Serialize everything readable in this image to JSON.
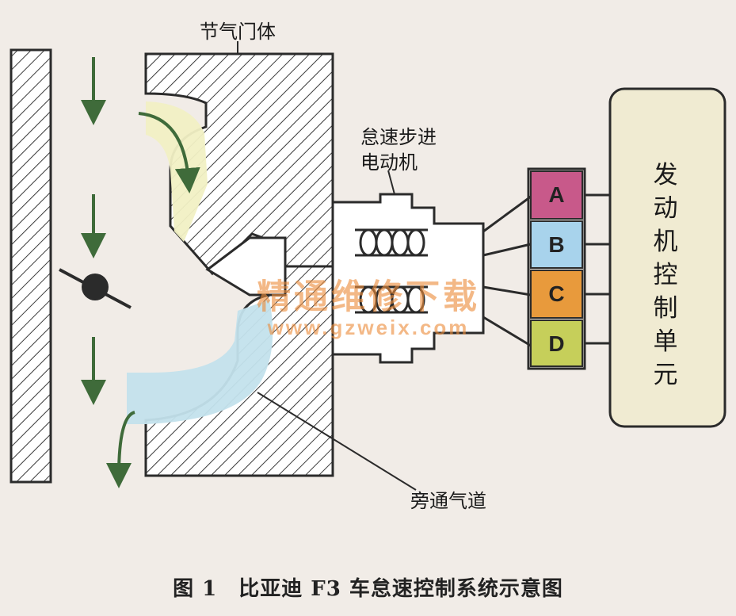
{
  "labels": {
    "throttle_body": "节气门体",
    "idle_motor_line1": "怠速步进",
    "idle_motor_line2": "电动机",
    "bypass_passage": "旁通气道",
    "ecu": "发动机控制单元"
  },
  "pins": [
    "A",
    "B",
    "C",
    "D"
  ],
  "pin_colors": {
    "A": "#c8598a",
    "B": "#a8d3ec",
    "C": "#e89a3c",
    "D": "#c6cf5a"
  },
  "colors": {
    "airflow_arrow": "#3f6b3a",
    "upper_passage": "#f1f0c4",
    "bypass_passage": "#c3e2ec",
    "ecu_box": "#f0ebd2"
  },
  "watermark": {
    "text": "精通维修下载",
    "url": "www.gzweix.com"
  },
  "caption": "图 1　比亚迪 F3 车怠速控制系统示意图"
}
